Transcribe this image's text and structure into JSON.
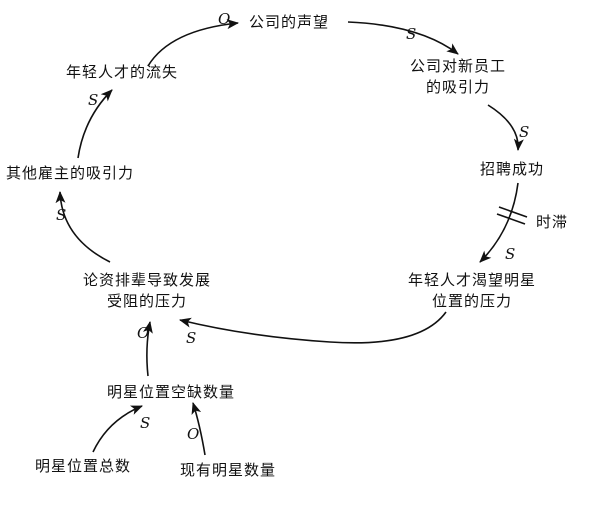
{
  "nodes": {
    "company_reputation": "公司的声望",
    "company_attractiveness": [
      "公司对新员工",
      "的吸引力"
    ],
    "recruiting_success": "招聘成功",
    "young_talent_desire": [
      "年轻人才渴望明星",
      "位置的压力"
    ],
    "seniority_pressure": [
      "论资排辈导致发展",
      "受阻的压力"
    ],
    "other_employers": "其他雇主的吸引力",
    "young_talent_loss": "年轻人才的流失",
    "star_vacancies": "明星位置空缺数量",
    "total_star_positions": "明星位置总数",
    "current_star_count": "现有明星数量"
  },
  "delay_label": "时滞",
  "polarities": {
    "loss_to_reputation": "O",
    "reputation_to_attractiveness": "S",
    "attractiveness_to_recruiting": "S",
    "recruiting_to_desire": "S",
    "desire_to_seniority": "S",
    "seniority_to_other": "S",
    "other_to_loss": "S",
    "vacancies_to_seniority": "O",
    "total_to_vacancies": "S",
    "current_to_vacancies": "O"
  }
}
